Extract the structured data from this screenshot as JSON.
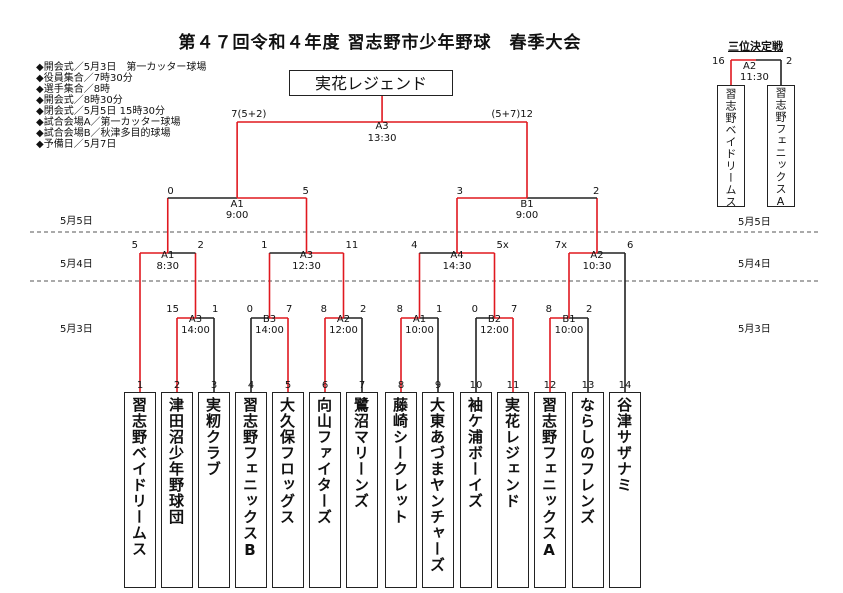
{
  "title": "第４７回令和４年度 習志野市少年野球　春季大会",
  "info": [
    "◆開会式／5月3日　第一カッター球場",
    "◆役員集合／7時30分",
    "◆選手集合／8時",
    "◆開会式／8時30分",
    "◆閉会式／5月5日 15時30分",
    "◆試合会場A／第一カッター球場",
    "◆試合会場B／秋津多目的球場",
    "◆予備日／5月7日"
  ],
  "winner": "実花レジェンド",
  "dates": {
    "may5": "5月5日",
    "may4": "5月4日",
    "may3": "5月3日"
  },
  "teams": [
    {
      "no": "1",
      "name": "習志野ベイドリームス"
    },
    {
      "no": "2",
      "name": "津田沼少年野球団"
    },
    {
      "no": "3",
      "name": "実籾クラブ"
    },
    {
      "no": "4",
      "name": "習志野フェニックスB"
    },
    {
      "no": "5",
      "name": "大久保フロッグス"
    },
    {
      "no": "6",
      "name": "向山ファイターズ"
    },
    {
      "no": "7",
      "name": "鷺沼マリーンズ"
    },
    {
      "no": "8",
      "name": "藤崎シークレット"
    },
    {
      "no": "9",
      "name": "大東あづまヤンチャーズ"
    },
    {
      "no": "10",
      "name": "袖ケ浦ボーイズ"
    },
    {
      "no": "11",
      "name": "実花レジェンド"
    },
    {
      "no": "12",
      "name": "習志野フェニックスA"
    },
    {
      "no": "13",
      "name": "ならしのフレンズ"
    },
    {
      "no": "14",
      "name": "谷津サザナミ"
    }
  ],
  "r1": [
    {
      "code": "A3",
      "time": "14:00",
      "l": "15",
      "r": "1"
    },
    {
      "code": "B3",
      "time": "14:00",
      "l": "0",
      "r": "7"
    },
    {
      "code": "A2",
      "time": "12:00",
      "l": "8",
      "r": "2"
    },
    {
      "code": "A1",
      "time": "10:00",
      "l": "8",
      "r": "1"
    },
    {
      "code": "B2",
      "time": "12:00",
      "l": "0",
      "r": "7"
    },
    {
      "code": "B1",
      "time": "10:00",
      "l": "8",
      "r": "2"
    }
  ],
  "r2": [
    {
      "code": "A1",
      "time": "8:30",
      "l": "5",
      "r": "2"
    },
    {
      "code": "A3",
      "time": "12:30",
      "l": "1",
      "r": "11"
    },
    {
      "code": "A4",
      "time": "14:30",
      "l": "4",
      "r": "5x"
    },
    {
      "code": "A2",
      "time": "10:30",
      "l": "7x",
      "r": "6"
    }
  ],
  "sf": [
    {
      "code": "A1",
      "time": "9:00",
      "l": "0",
      "r": "5"
    },
    {
      "code": "B1",
      "time": "9:00",
      "l": "3",
      "r": "2"
    }
  ],
  "final": {
    "code": "A3",
    "time": "13:30",
    "l": "7(5+2)",
    "r": "(5+7)12"
  },
  "third": {
    "title": "三位決定戦",
    "code": "A2",
    "time": "11:30",
    "l": "16",
    "r": "2",
    "team_left": "習志野ベイドリームス",
    "team_right": "習志野フェニックスA",
    "date": "5月5日"
  },
  "colors": {
    "win": "#e0181f",
    "line": "#222222",
    "dash": "#555555"
  }
}
